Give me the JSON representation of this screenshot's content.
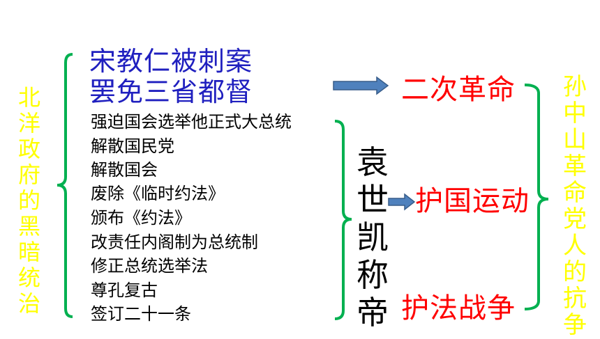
{
  "left_label": {
    "chars": [
      "北",
      "洋",
      "政",
      "府",
      "的",
      "黑",
      "暗",
      "统",
      "治"
    ],
    "color": "#ffff00"
  },
  "top_events": {
    "lines": [
      "宋教仁被刺案",
      "罢免三省都督"
    ],
    "color": "#1f1fbf"
  },
  "yuan_actions": {
    "items": [
      "强迫国会选举他正式大总统",
      "解散国民党",
      "解散国会",
      "废除《临时约法》",
      "颁布《约法》",
      "改责任内阁制为总统制",
      "修正总统选举法",
      "尊孔复古",
      "签订二十一条"
    ],
    "color": "#000000"
  },
  "center_label": {
    "chars": [
      "袁",
      "世",
      "凯",
      "称",
      "帝"
    ],
    "color": "#000000"
  },
  "outcomes": {
    "items": [
      "二次革命",
      "护国运动",
      "护法战争"
    ],
    "color": "#ff0000"
  },
  "right_label": {
    "chars": [
      "孙",
      "中",
      "山",
      "革",
      "命",
      "党",
      "人",
      "的",
      "抗",
      "争"
    ],
    "color": "#ffff00"
  },
  "colors": {
    "brace": "#00b050",
    "arrow_fill": "#4f81bd",
    "arrow_stroke": "#385d8a"
  }
}
